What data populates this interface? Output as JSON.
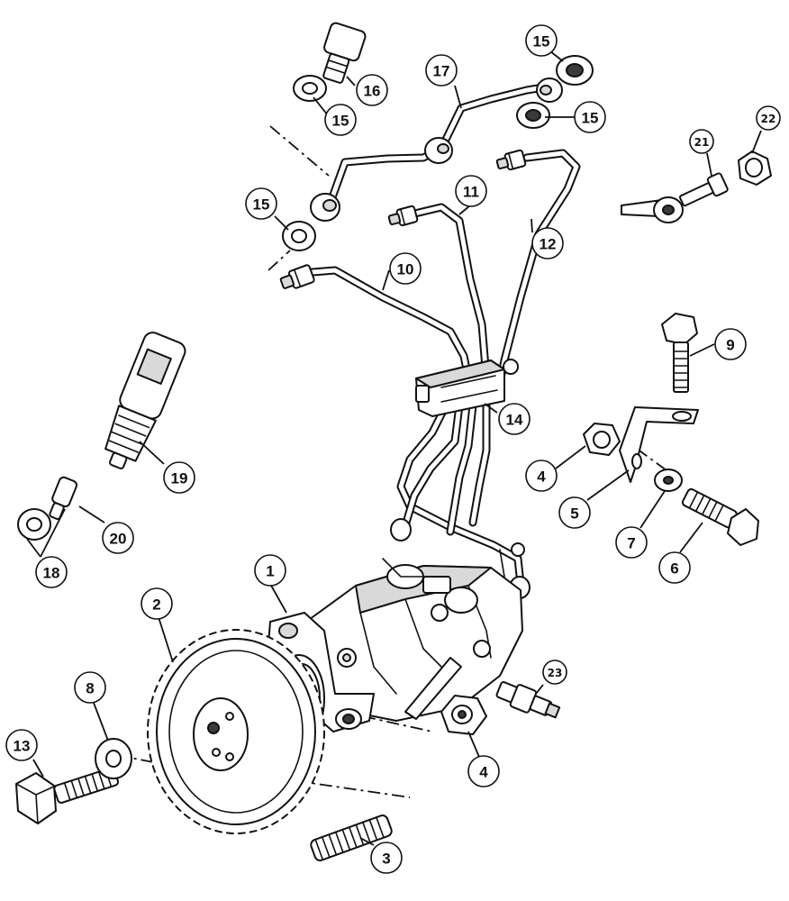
{
  "diagram": {
    "callouts": {
      "c1": "1",
      "c2": "2",
      "c3": "3",
      "c4a": "4",
      "c4b": "4",
      "c5": "5",
      "c6": "6",
      "c7": "7",
      "c8": "8",
      "c9": "9",
      "c10": "10",
      "c11": "11",
      "c12": "12",
      "c13": "13",
      "c14": "14",
      "c15a": "15",
      "c15b": "15",
      "c15c": "15",
      "c15d": "15",
      "c16": "16",
      "c17": "17",
      "c18": "18",
      "c19": "19",
      "c20": "20",
      "c21": "21",
      "c22": "22",
      "c23": "23"
    }
  }
}
